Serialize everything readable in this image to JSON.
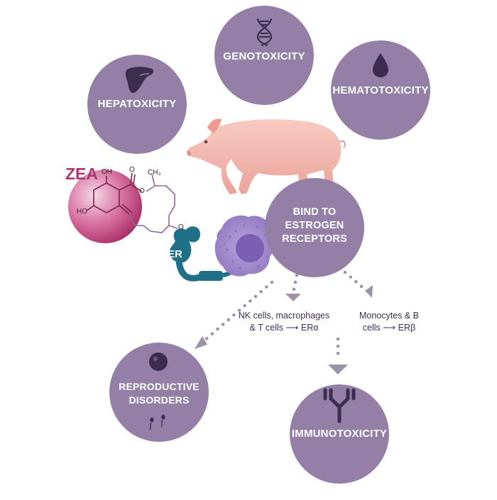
{
  "colors": {
    "circle": "#9480a7",
    "zea": "#b0366f",
    "er": "#1f6f86",
    "cell": "#a089c9",
    "pig": "#f4b8b0",
    "arrow": "#9c93aa"
  },
  "circles": {
    "hepatoxicity": {
      "label": "HEPATOXICITY",
      "icon": "liver-icon"
    },
    "genotoxicity": {
      "label": "GENOTOXICITY",
      "icon": "dna-icon"
    },
    "hematotoxicity": {
      "label": "HEMATOTOXICITY",
      "icon": "blood-drop-icon"
    },
    "bind_receptors": {
      "line1": "BIND TO",
      "line2": "ESTROGEN",
      "line3": "RECEPTORS"
    },
    "reproductive": {
      "line1": "REPRODUCTIVE",
      "line2": "DISORDERS",
      "icon": "egg-cell-icon"
    },
    "immunotoxicity": {
      "label": "IMMUNOTOXICITY",
      "icon": "antibody-icon"
    }
  },
  "zea": {
    "label": "ZEA",
    "atoms": {
      "oh_top": "OH",
      "oh_left": "HO",
      "o_ester": "O",
      "o_carbonyl": "O",
      "o_ketone": "O",
      "methyl": "CH₃"
    }
  },
  "receptor": {
    "label": "ER"
  },
  "notes": {
    "nk": {
      "line1": "NK cells, macrophages",
      "line2": "& T cells ⟶ ERα"
    },
    "mono": {
      "line1": "Monocytes & B",
      "line2": "cells ⟶ ERβ"
    }
  }
}
